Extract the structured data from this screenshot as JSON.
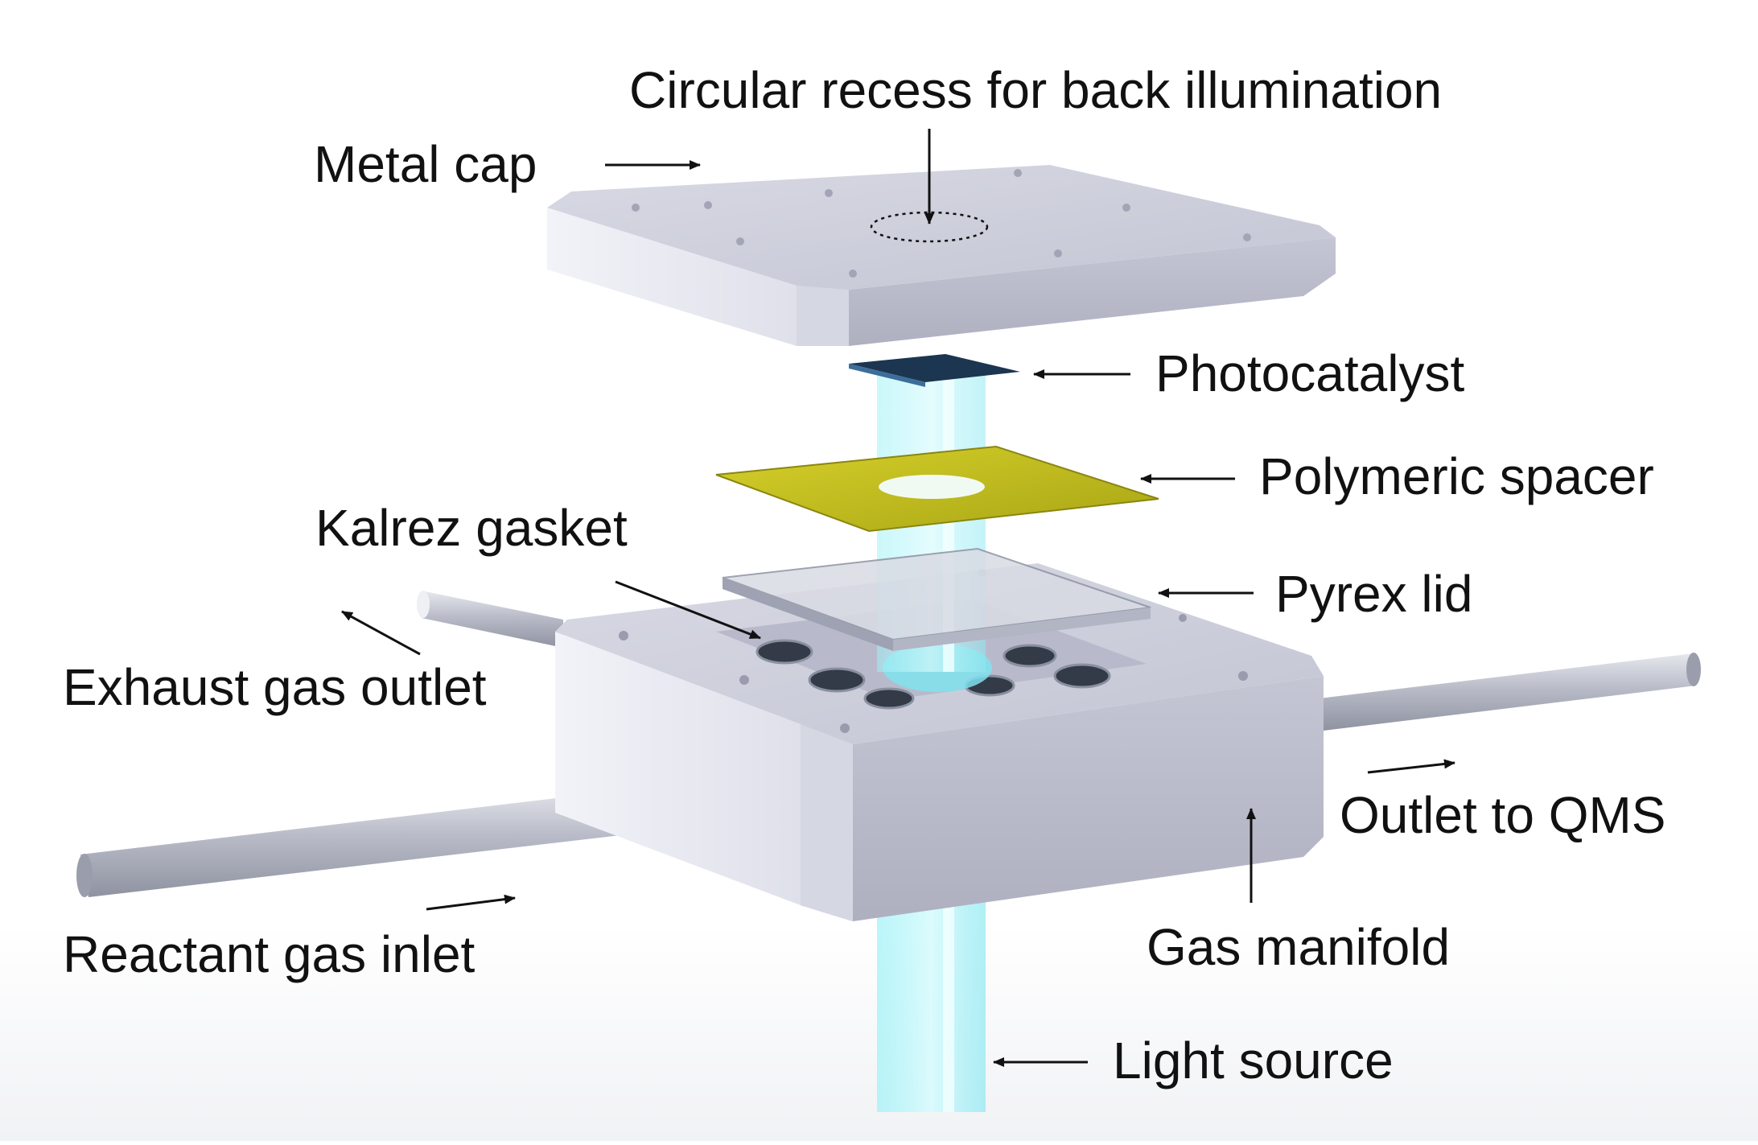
{
  "labels": {
    "circular_recess": "Circular recess for back illumination",
    "metal_cap": "Metal cap",
    "photocatalyst": "Photocatalyst",
    "polymeric_spacer": "Polymeric spacer",
    "kalrez_gasket": "Kalrez gasket",
    "pyrex_lid": "Pyrex lid",
    "exhaust_gas_outlet": "Exhaust gas outlet",
    "outlet_to_qms": "Outlet to QMS",
    "reactant_gas_inlet": "Reactant gas inlet",
    "gas_manifold": "Gas manifold",
    "light_source": "Light source"
  },
  "colors": {
    "metal": "#c9cbd8",
    "metal_side": "#adafc0",
    "spacer": "#c8c21a",
    "photocatalyst": "#1c3550",
    "light_beam": "#7fe6f0",
    "text": "#111111"
  }
}
